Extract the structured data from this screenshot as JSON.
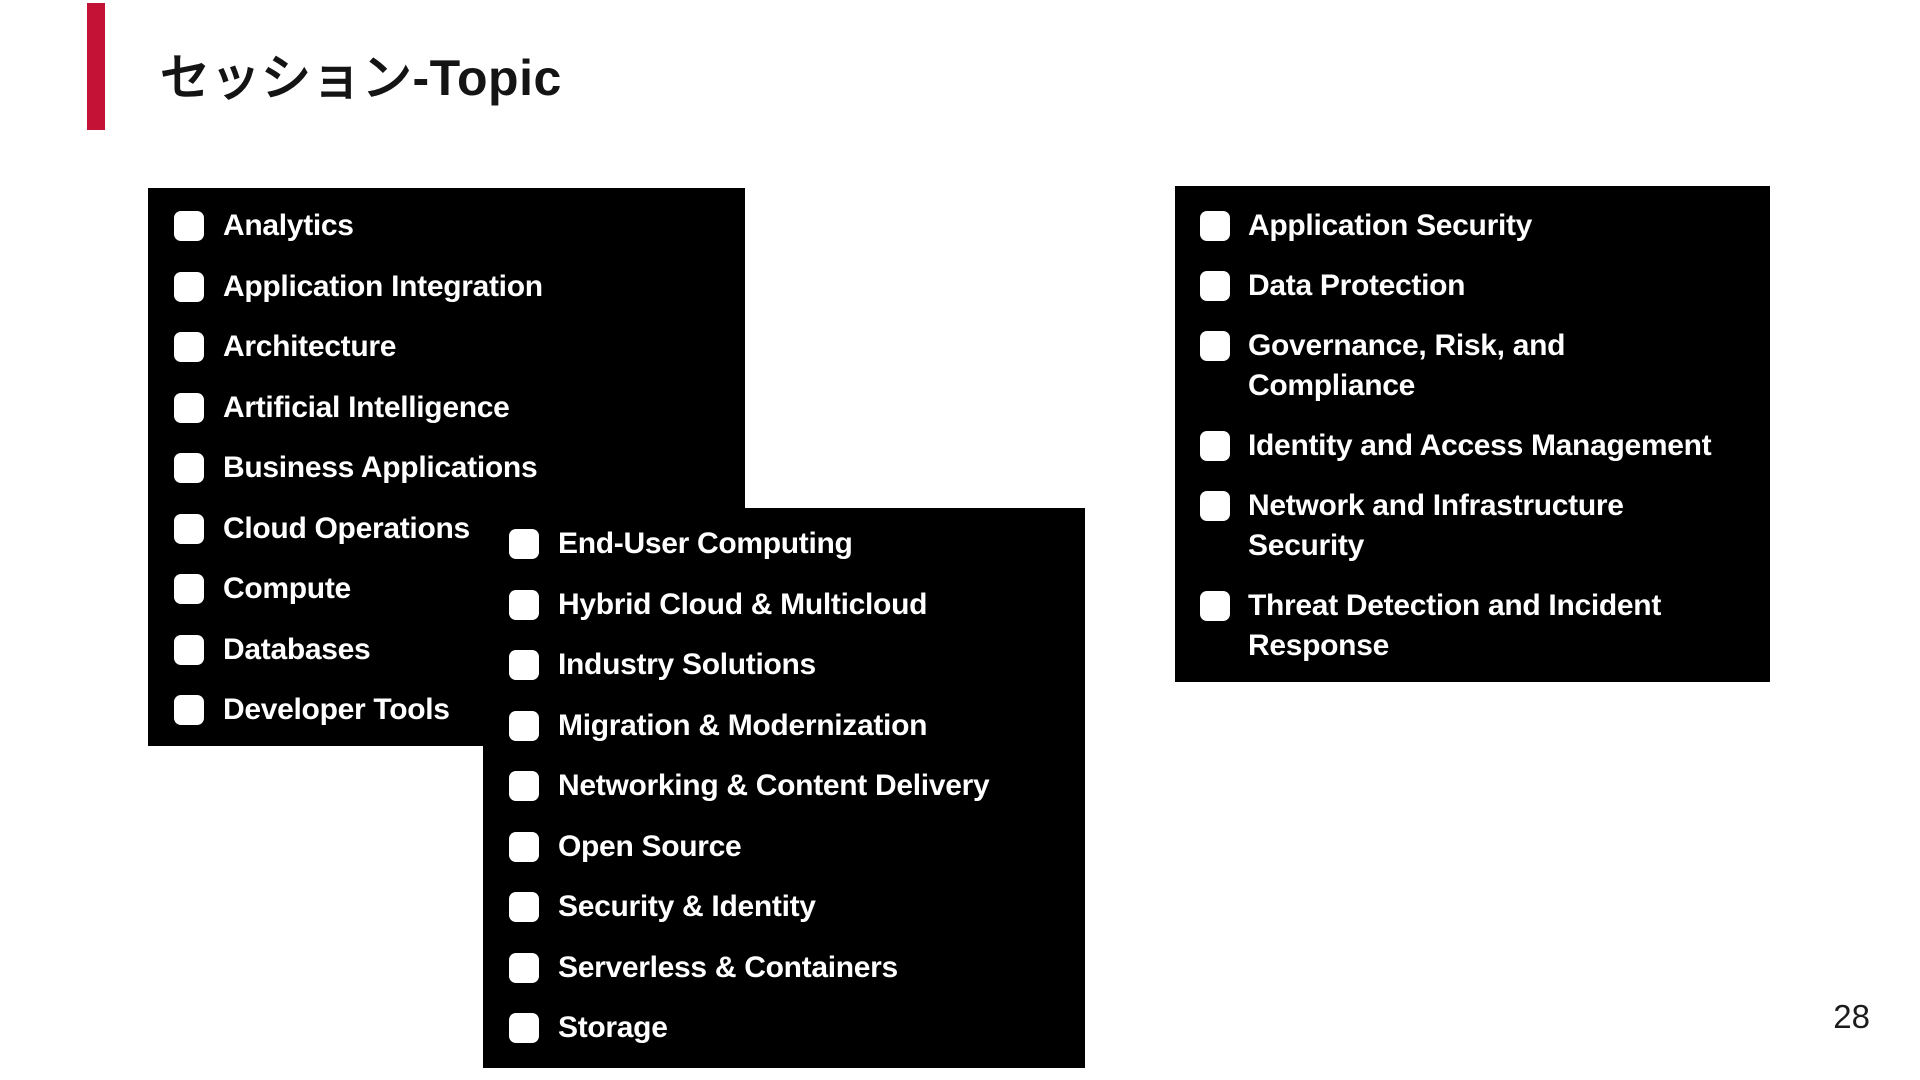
{
  "slide": {
    "title": "セッション-Topic",
    "page_number": "28",
    "accent_color": "#C41236",
    "panel_bg": "#000000",
    "panel_text_color": "#FFFFFF",
    "checkbox_state": "unchecked"
  },
  "panels": {
    "left": {
      "items": [
        {
          "label": "Analytics"
        },
        {
          "label": "Application Integration"
        },
        {
          "label": "Architecture"
        },
        {
          "label": "Artificial Intelligence"
        },
        {
          "label": "Business Applications"
        },
        {
          "label": "Cloud Operations"
        },
        {
          "label": "Compute"
        },
        {
          "label": "Databases"
        },
        {
          "label": "Developer Tools"
        }
      ]
    },
    "middle": {
      "items": [
        {
          "label": "End-User Computing"
        },
        {
          "label": "Hybrid Cloud & Multicloud"
        },
        {
          "label": "Industry Solutions"
        },
        {
          "label": "Migration & Modernization"
        },
        {
          "label": "Networking & Content Delivery"
        },
        {
          "label": "Open Source"
        },
        {
          "label": "Security & Identity"
        },
        {
          "label": "Serverless & Containers"
        },
        {
          "label": "Storage"
        }
      ]
    },
    "right": {
      "items": [
        {
          "label": "Application Security"
        },
        {
          "label": "Data Protection"
        },
        {
          "label": "Governance, Risk, and\nCompliance"
        },
        {
          "label": "Identity and Access Management"
        },
        {
          "label": "Network and Infrastructure\nSecurity"
        },
        {
          "label": "Threat Detection and Incident\nResponse"
        }
      ]
    }
  }
}
